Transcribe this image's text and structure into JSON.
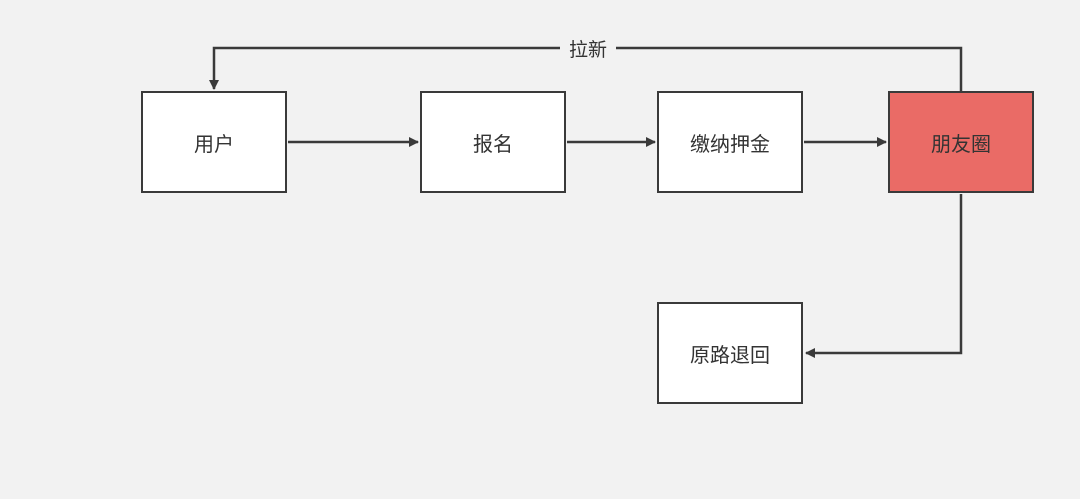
{
  "nodes": {
    "user": "用户",
    "signup": "报名",
    "deposit": "缴纳押金",
    "moments": "朋友圈",
    "return_back": "原路退回"
  },
  "edges": {
    "feedback_label": "拉新"
  },
  "colors": {
    "background": "#f2f2f2",
    "node_fill": "#ffffff",
    "highlight_fill": "#ea6b66",
    "stroke": "#3a3a3a"
  }
}
